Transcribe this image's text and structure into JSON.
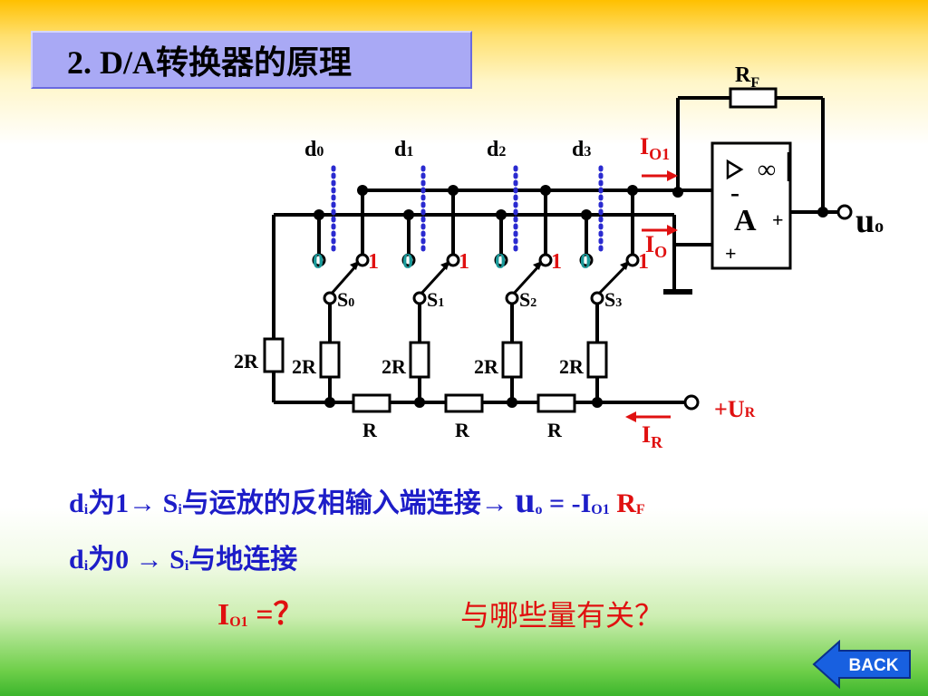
{
  "title": "2.  D/A转换器的原理",
  "circuit": {
    "bits": [
      "d",
      "d",
      "d",
      "d"
    ],
    "bit_indices": [
      "0",
      "1",
      "2",
      "3"
    ],
    "switches": [
      "S",
      "S",
      "S",
      "S"
    ],
    "switch_indices": [
      "0",
      "1",
      "2",
      "3"
    ],
    "switch_positions": [
      "0",
      "1"
    ],
    "resistor_2r": "2R",
    "resistor_r": "R",
    "feedback_r": "R",
    "feedback_r_sub": "F",
    "opamp_label": "A",
    "opamp_inf": "∞",
    "opamp_minus": "-",
    "opamp_plus": "+",
    "output_u": "u",
    "output_u_sub": "o",
    "io1": "I",
    "io1_sub": "O1",
    "io": "I",
    "io_sub": "O",
    "ir": "I",
    "ir_sub": "R",
    "ur": "+U",
    "ur_sub": "R"
  },
  "text": {
    "l1_d": "d",
    "l1_i": "i",
    "l1_a": "为1→ S",
    "l1_i2": "i",
    "l1_b": "与运放的反相输入端连接→ ",
    "l1_u": "u",
    "l1_o": "o",
    "l1_eq": " = -I",
    "l1_o1": "O1",
    "l1_r": " R",
    "l1_f": "F",
    "l2_d": "d",
    "l2_i": "i",
    "l2_a": "为0 → S",
    "l2_i2": "i",
    "l2_b": "与地连接",
    "l3_i": "I",
    "l3_sub": "O1",
    "l3_q": " =？",
    "q2": "与哪些量有关？"
  },
  "nav": {
    "back_label": "BACK"
  },
  "colors": {
    "title_bg": "#a9a9f5",
    "accent_red": "#e01010",
    "text_blue": "#1d1dc8",
    "switch_teal": "#1a9a9a",
    "dotted_blue": "#2a2ad0",
    "back_blue": "#1860e0"
  }
}
